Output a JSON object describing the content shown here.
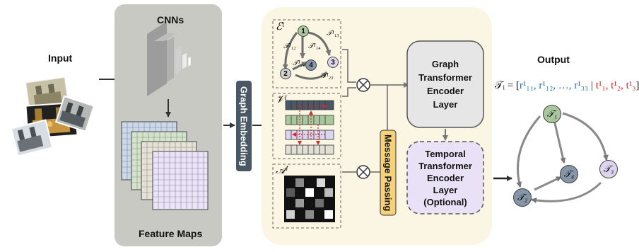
{
  "input_label": "Input",
  "cnn_label": "CNNs",
  "feature_maps_label": "Feature Maps",
  "graph_embedding_label": "Graph Embedding",
  "message_passing_label": "Message Passing",
  "graph_transformer": [
    "Graph",
    "Transformer",
    "Encoder",
    "Layer"
  ],
  "temporal_transformer": [
    "Temporal",
    "Transformer",
    "Encoder",
    "Layer",
    "(Optional)"
  ],
  "output_label": "Output",
  "edge_symbol": "ℰˡ",
  "vertex_symbol": "𝒱ˡ",
  "adjacency_symbol": "𝒜ˡ",
  "formula": {
    "lhs": "𝒯ᵢ = [",
    "blue": "r¹₁₁, r¹₁₂, …, r¹₃₃",
    "sep": " | ",
    "red": "t¹₁, t¹₂, t¹₃",
    "end": "]"
  },
  "edge_nodes": [
    "1",
    "2",
    "3",
    "4"
  ],
  "edge_labels": [
    "𝒯¹₁₂",
    "𝒯¹₁₃",
    "𝒯¹₁₄",
    "𝒯¹₂₄",
    "𝒯¹₂₃"
  ],
  "output_nodes": [
    "𝒯₁",
    "𝒯₂",
    "𝒯₃",
    "𝒯₄"
  ],
  "colors": {
    "cnn_panel": "#c9c9c3",
    "main_panel": "#fbf6e3",
    "graph_tf_box": "#e6e6e6",
    "temporal_box": "#e9e2f7",
    "message_passing": "#f5d27a",
    "graph_embedding": "#4a5866",
    "node_green": "#a9c79c",
    "node_dark": "#8696a8",
    "node_purple": "#ddd5ee"
  }
}
